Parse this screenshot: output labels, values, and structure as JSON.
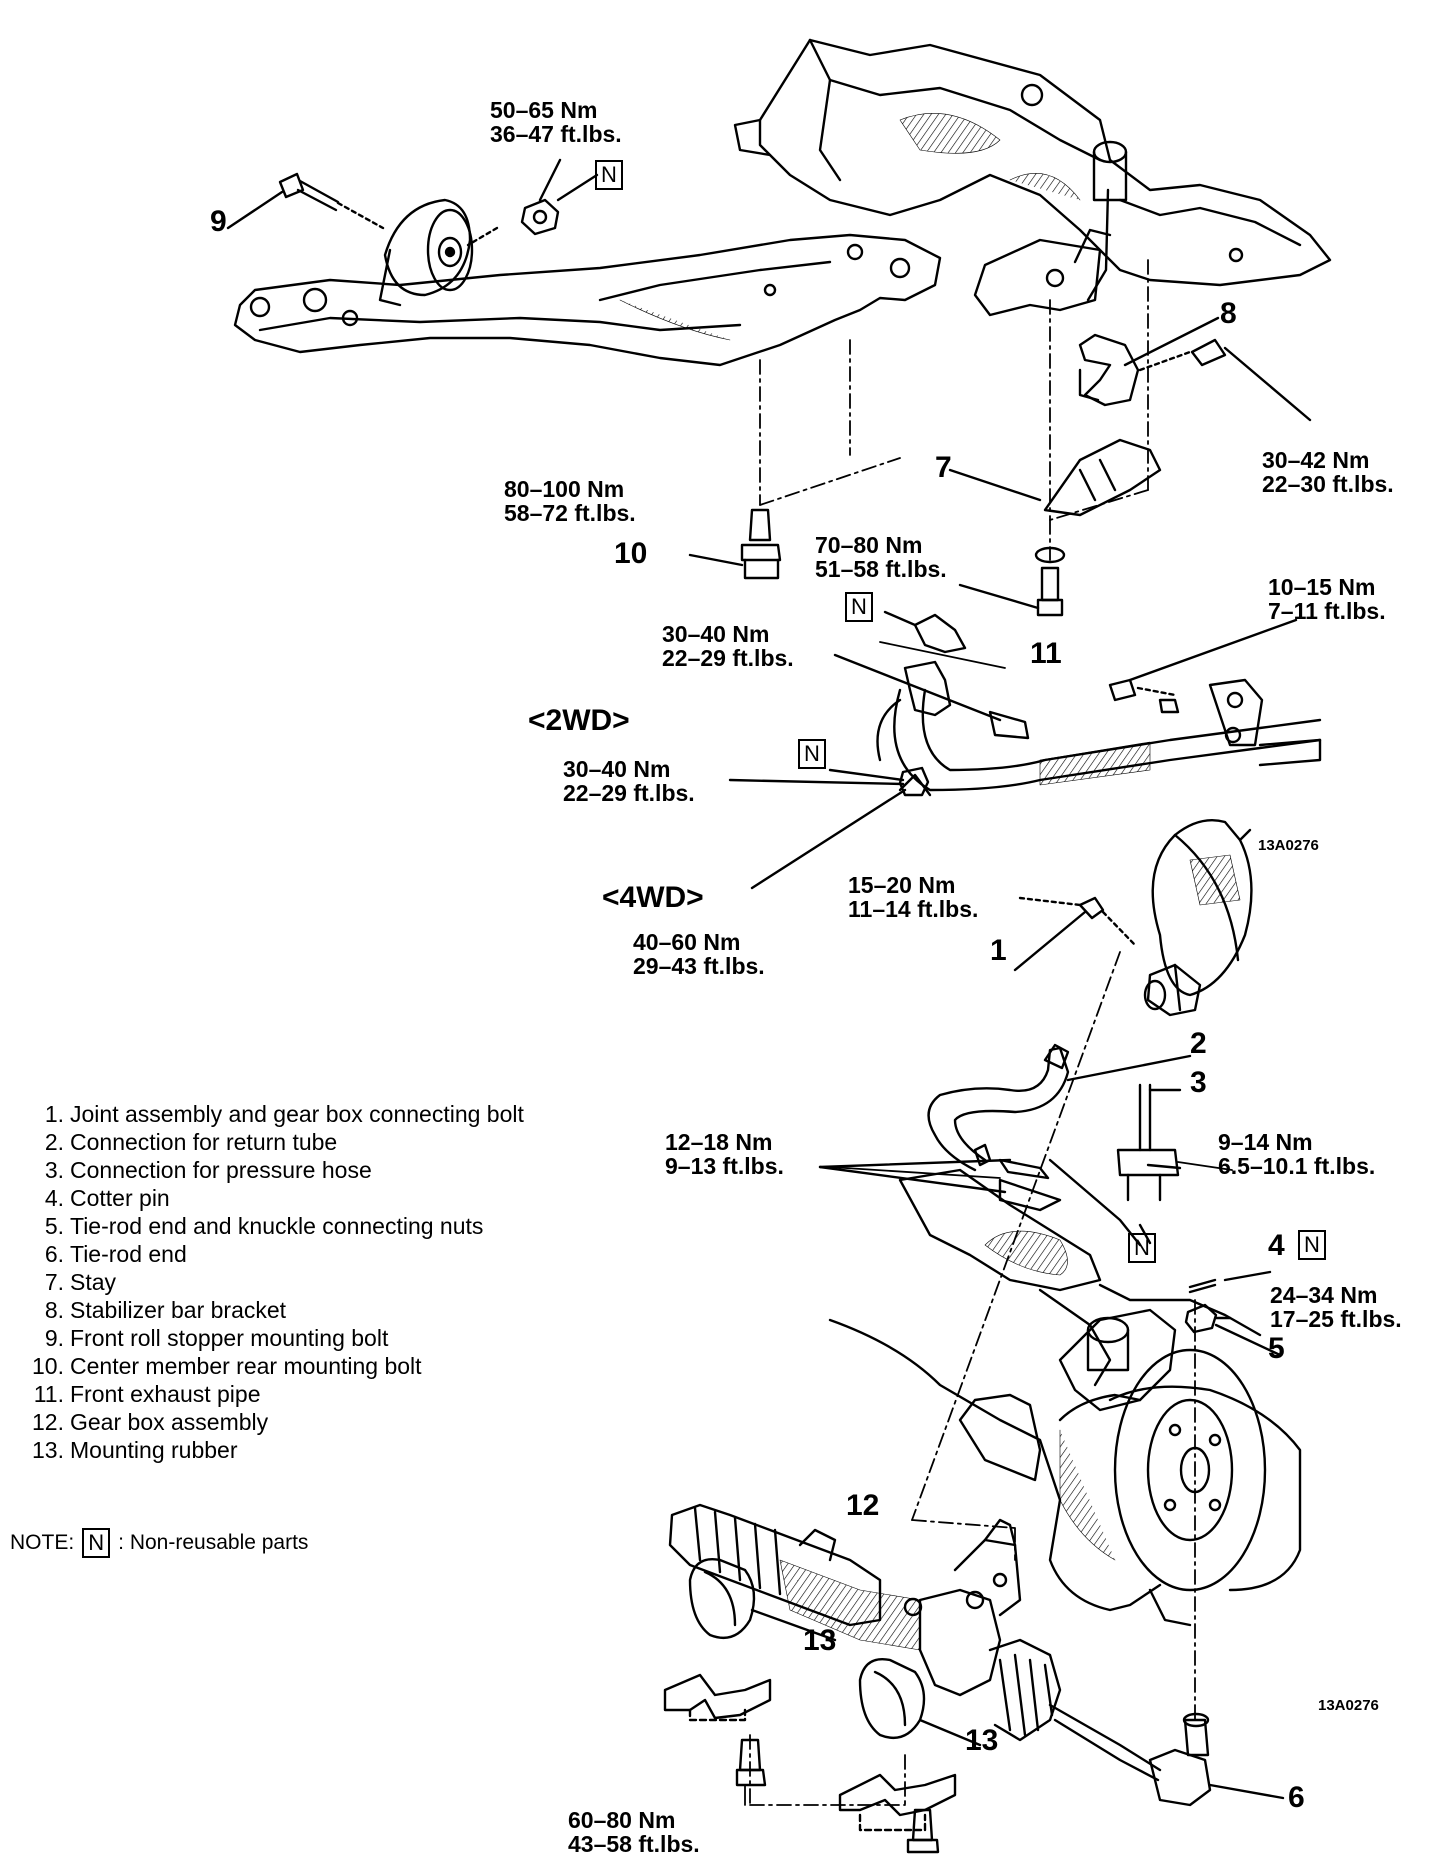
{
  "torques": {
    "t1": {
      "nm": "50–65 Nm",
      "ft": "36–47 ft.lbs."
    },
    "t2": {
      "nm": "30–42 Nm",
      "ft": "22–30 ft.lbs."
    },
    "t3": {
      "nm": "80–100 Nm",
      "ft": "58–72 ft.lbs."
    },
    "t4": {
      "nm": "70–80 Nm",
      "ft": "51–58 ft.lbs."
    },
    "t5": {
      "nm": "10–15 Nm",
      "ft": "7–11 ft.lbs."
    },
    "t6": {
      "nm": "30–40 Nm",
      "ft": "22–29 ft.lbs."
    },
    "t7": {
      "nm": "30–40 Nm",
      "ft": "22–29 ft.lbs."
    },
    "t8": {
      "nm": "40–60 Nm",
      "ft": "29–43 ft.lbs."
    },
    "t9": {
      "nm": "15–20 Nm",
      "ft": "11–14 ft.lbs."
    },
    "t10": {
      "nm": "12–18 Nm",
      "ft": "9–13 ft.lbs."
    },
    "t11": {
      "nm": "9–14 Nm",
      "ft": "6.5–10.1 ft.lbs."
    },
    "t12": {
      "nm": "24–34 Nm",
      "ft": "17–25 ft.lbs."
    },
    "t13": {
      "nm": "60–80 Nm",
      "ft": "43–58 ft.lbs."
    }
  },
  "callouts": {
    "c1": "1",
    "c2": "2",
    "c3": "3",
    "c4": "4",
    "c5": "5",
    "c6": "6",
    "c7": "7",
    "c8": "8",
    "c9": "9",
    "c10": "10",
    "c11": "11",
    "c12": "12",
    "c13a": "13",
    "c13b": "13"
  },
  "variants": {
    "two_wd": "<2WD>",
    "four_wd": "<4WD>"
  },
  "figure_codes": {
    "upper": "13A0276",
    "lower": "13A0276"
  },
  "nonreusable_mark": "N",
  "legend": [
    {
      "num": "1.",
      "text": "Joint assembly and gear box connecting bolt"
    },
    {
      "num": "2.",
      "text": "Connection for return tube"
    },
    {
      "num": "3.",
      "text": "Connection for pressure hose"
    },
    {
      "num": "4.",
      "text": "Cotter pin"
    },
    {
      "num": "5.",
      "text": "Tie-rod end and knuckle connecting nuts"
    },
    {
      "num": "6.",
      "text": "Tie-rod end"
    },
    {
      "num": "7.",
      "text": "Stay"
    },
    {
      "num": "8.",
      "text": "Stabilizer bar bracket"
    },
    {
      "num": "9.",
      "text": "Front roll stopper mounting bolt"
    },
    {
      "num": "10.",
      "text": "Center member rear mounting bolt"
    },
    {
      "num": "11.",
      "text": "Front exhaust pipe"
    },
    {
      "num": "12.",
      "text": "Gear box assembly"
    },
    {
      "num": "13.",
      "text": "Mounting rubber"
    }
  ],
  "note": {
    "prefix": "NOTE:",
    "text": ": Non-reusable parts"
  }
}
